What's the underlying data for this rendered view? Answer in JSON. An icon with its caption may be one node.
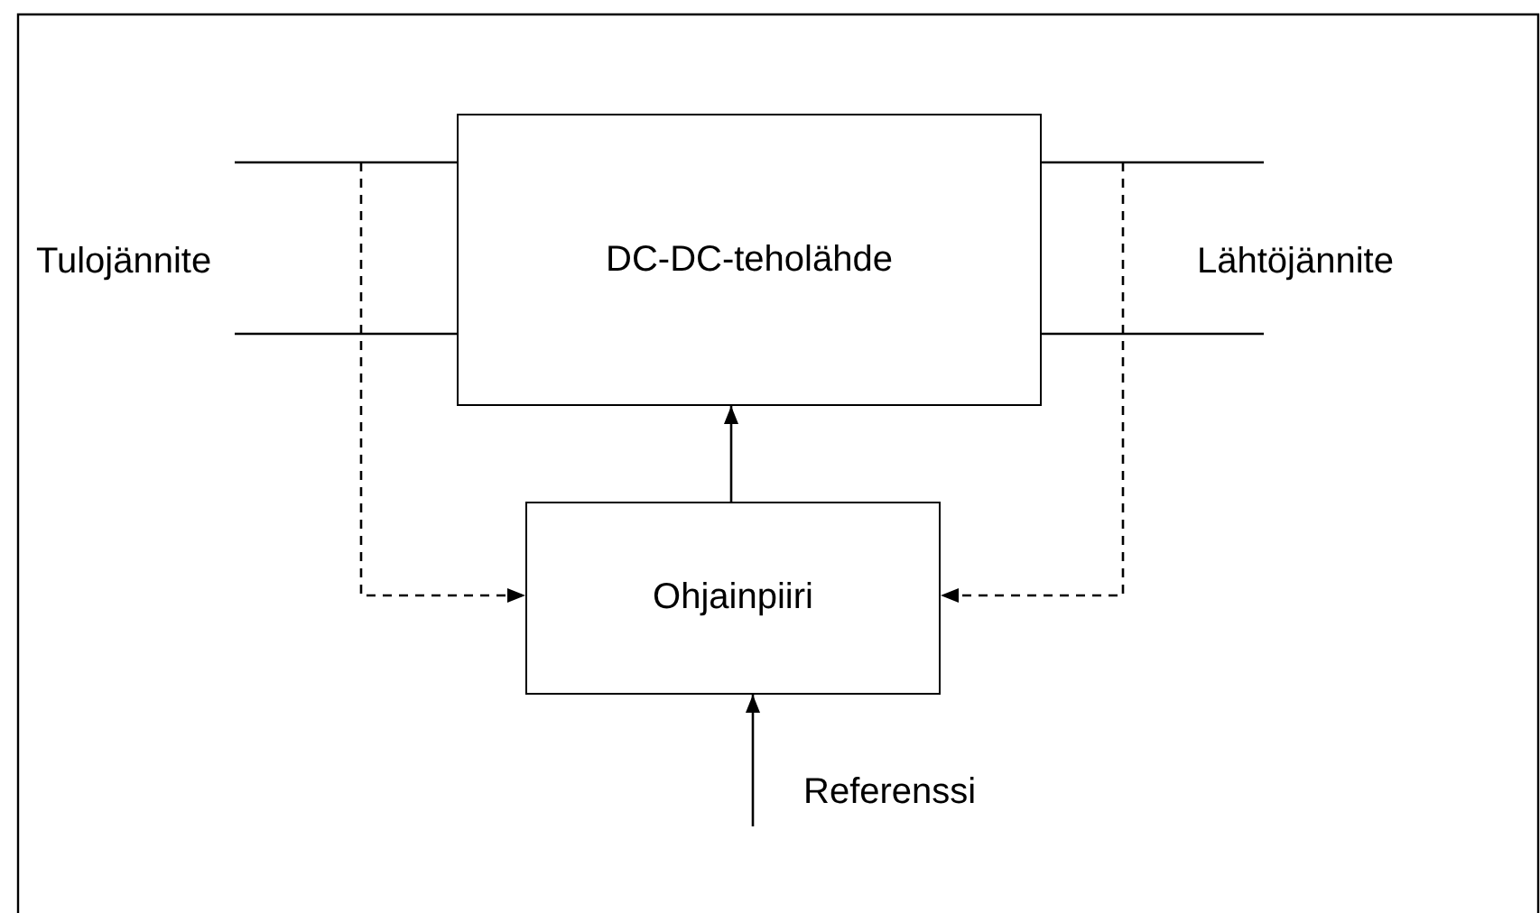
{
  "diagram": {
    "nodes": [
      {
        "text": [
          "DC-DC-teholähde"
        ]
      },
      {
        "text": [
          "Ohjainpiiri"
        ]
      }
    ],
    "edges": [
      {
        "from": null,
        "to": 0,
        "arrow": "none"
      },
      {
        "from": null,
        "to": 0,
        "arrow": "none"
      },
      {
        "from": 0,
        "to": null,
        "arrow": "none"
      },
      {
        "from": 0,
        "to": null,
        "arrow": "none"
      },
      {
        "from": null,
        "to": 1,
        "arrow": "to",
        "style": "dashed"
      },
      {
        "from": null,
        "to": 1,
        "arrow": "to",
        "style": "dashed"
      },
      {
        "from": 1,
        "to": 0,
        "arrow": "to"
      },
      {
        "from": null,
        "to": 1,
        "arrow": "to"
      }
    ],
    "labels": [
      "Tulojännite",
      "Lähtöjännite",
      "Referenssi"
    ]
  }
}
